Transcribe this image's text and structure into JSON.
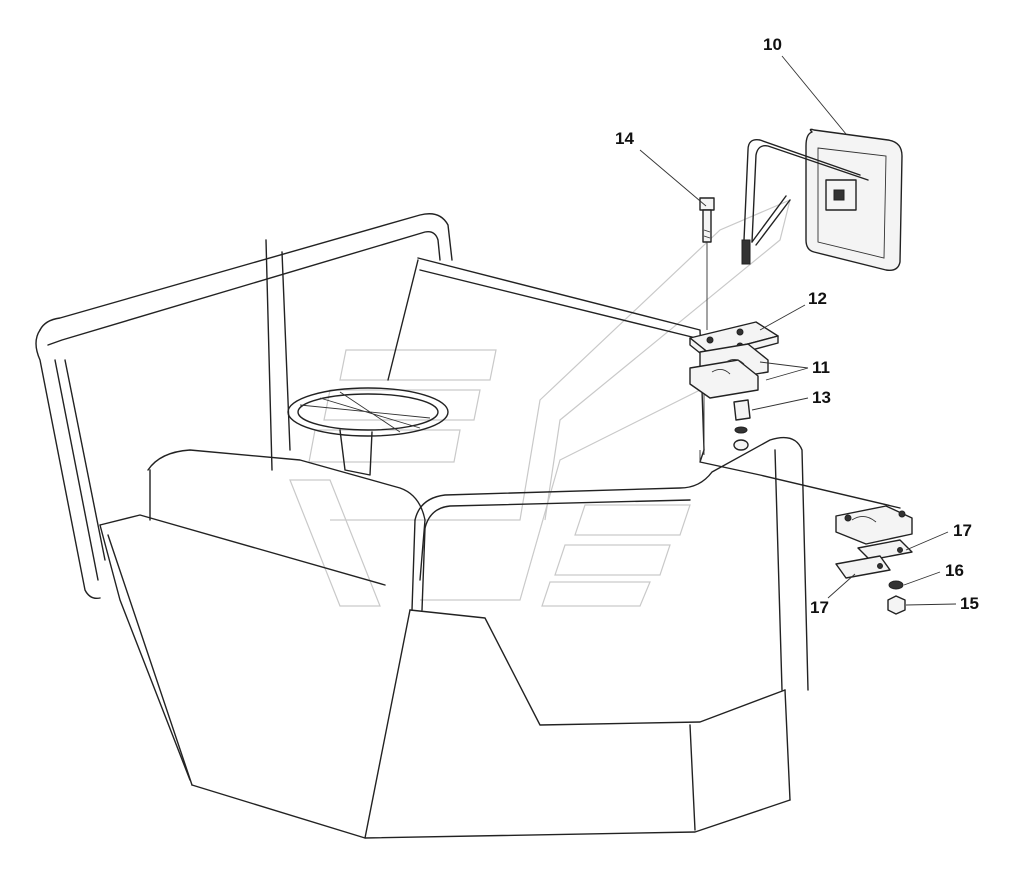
{
  "callouts": {
    "p10": "10",
    "p11": "11",
    "p12": "12",
    "p13": "13",
    "p14": "14",
    "p15": "15",
    "p16": "16",
    "p17a": "17",
    "p17b": "17"
  }
}
